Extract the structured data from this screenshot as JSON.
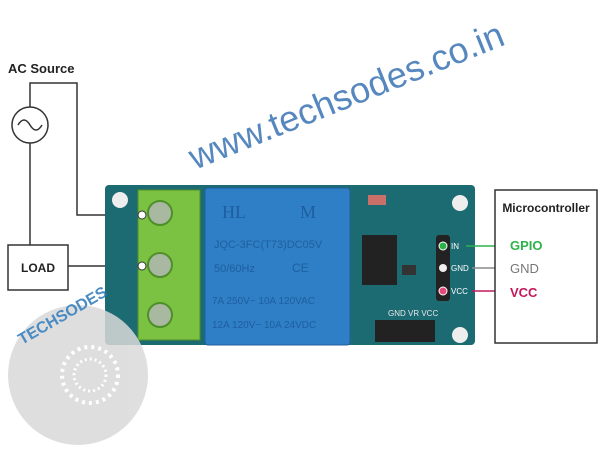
{
  "labels": {
    "ac_source": "AC Source",
    "load": "LOAD",
    "microcontroller": "Microcontroller"
  },
  "pins": [
    {
      "board_label": "IN",
      "mcu_label": "GPIO",
      "color": "#2db34a"
    },
    {
      "board_label": "GND",
      "mcu_label": "GND",
      "color": "#8a8a8a"
    },
    {
      "board_label": "VCC",
      "mcu_label": "VCC",
      "color": "#c2185b"
    }
  ],
  "relay": {
    "brand_left": "HL",
    "brand_right": "M",
    "model": "JQC-3FC(T73)DC05V",
    "freq": "50/60Hz",
    "ce": "CE",
    "rating1": "7A 250V~ 10A 120VAC",
    "rating2": "12A 120V~ 10A 24VDC"
  },
  "board": {
    "header_labels": "GND VR VCC"
  },
  "watermark": {
    "url": "www.techsodes.co.in",
    "logo": "TECHSODES"
  },
  "colors": {
    "board": "#1d6b72",
    "relay": "#2f7fc6",
    "terminal": "#7cc242"
  }
}
